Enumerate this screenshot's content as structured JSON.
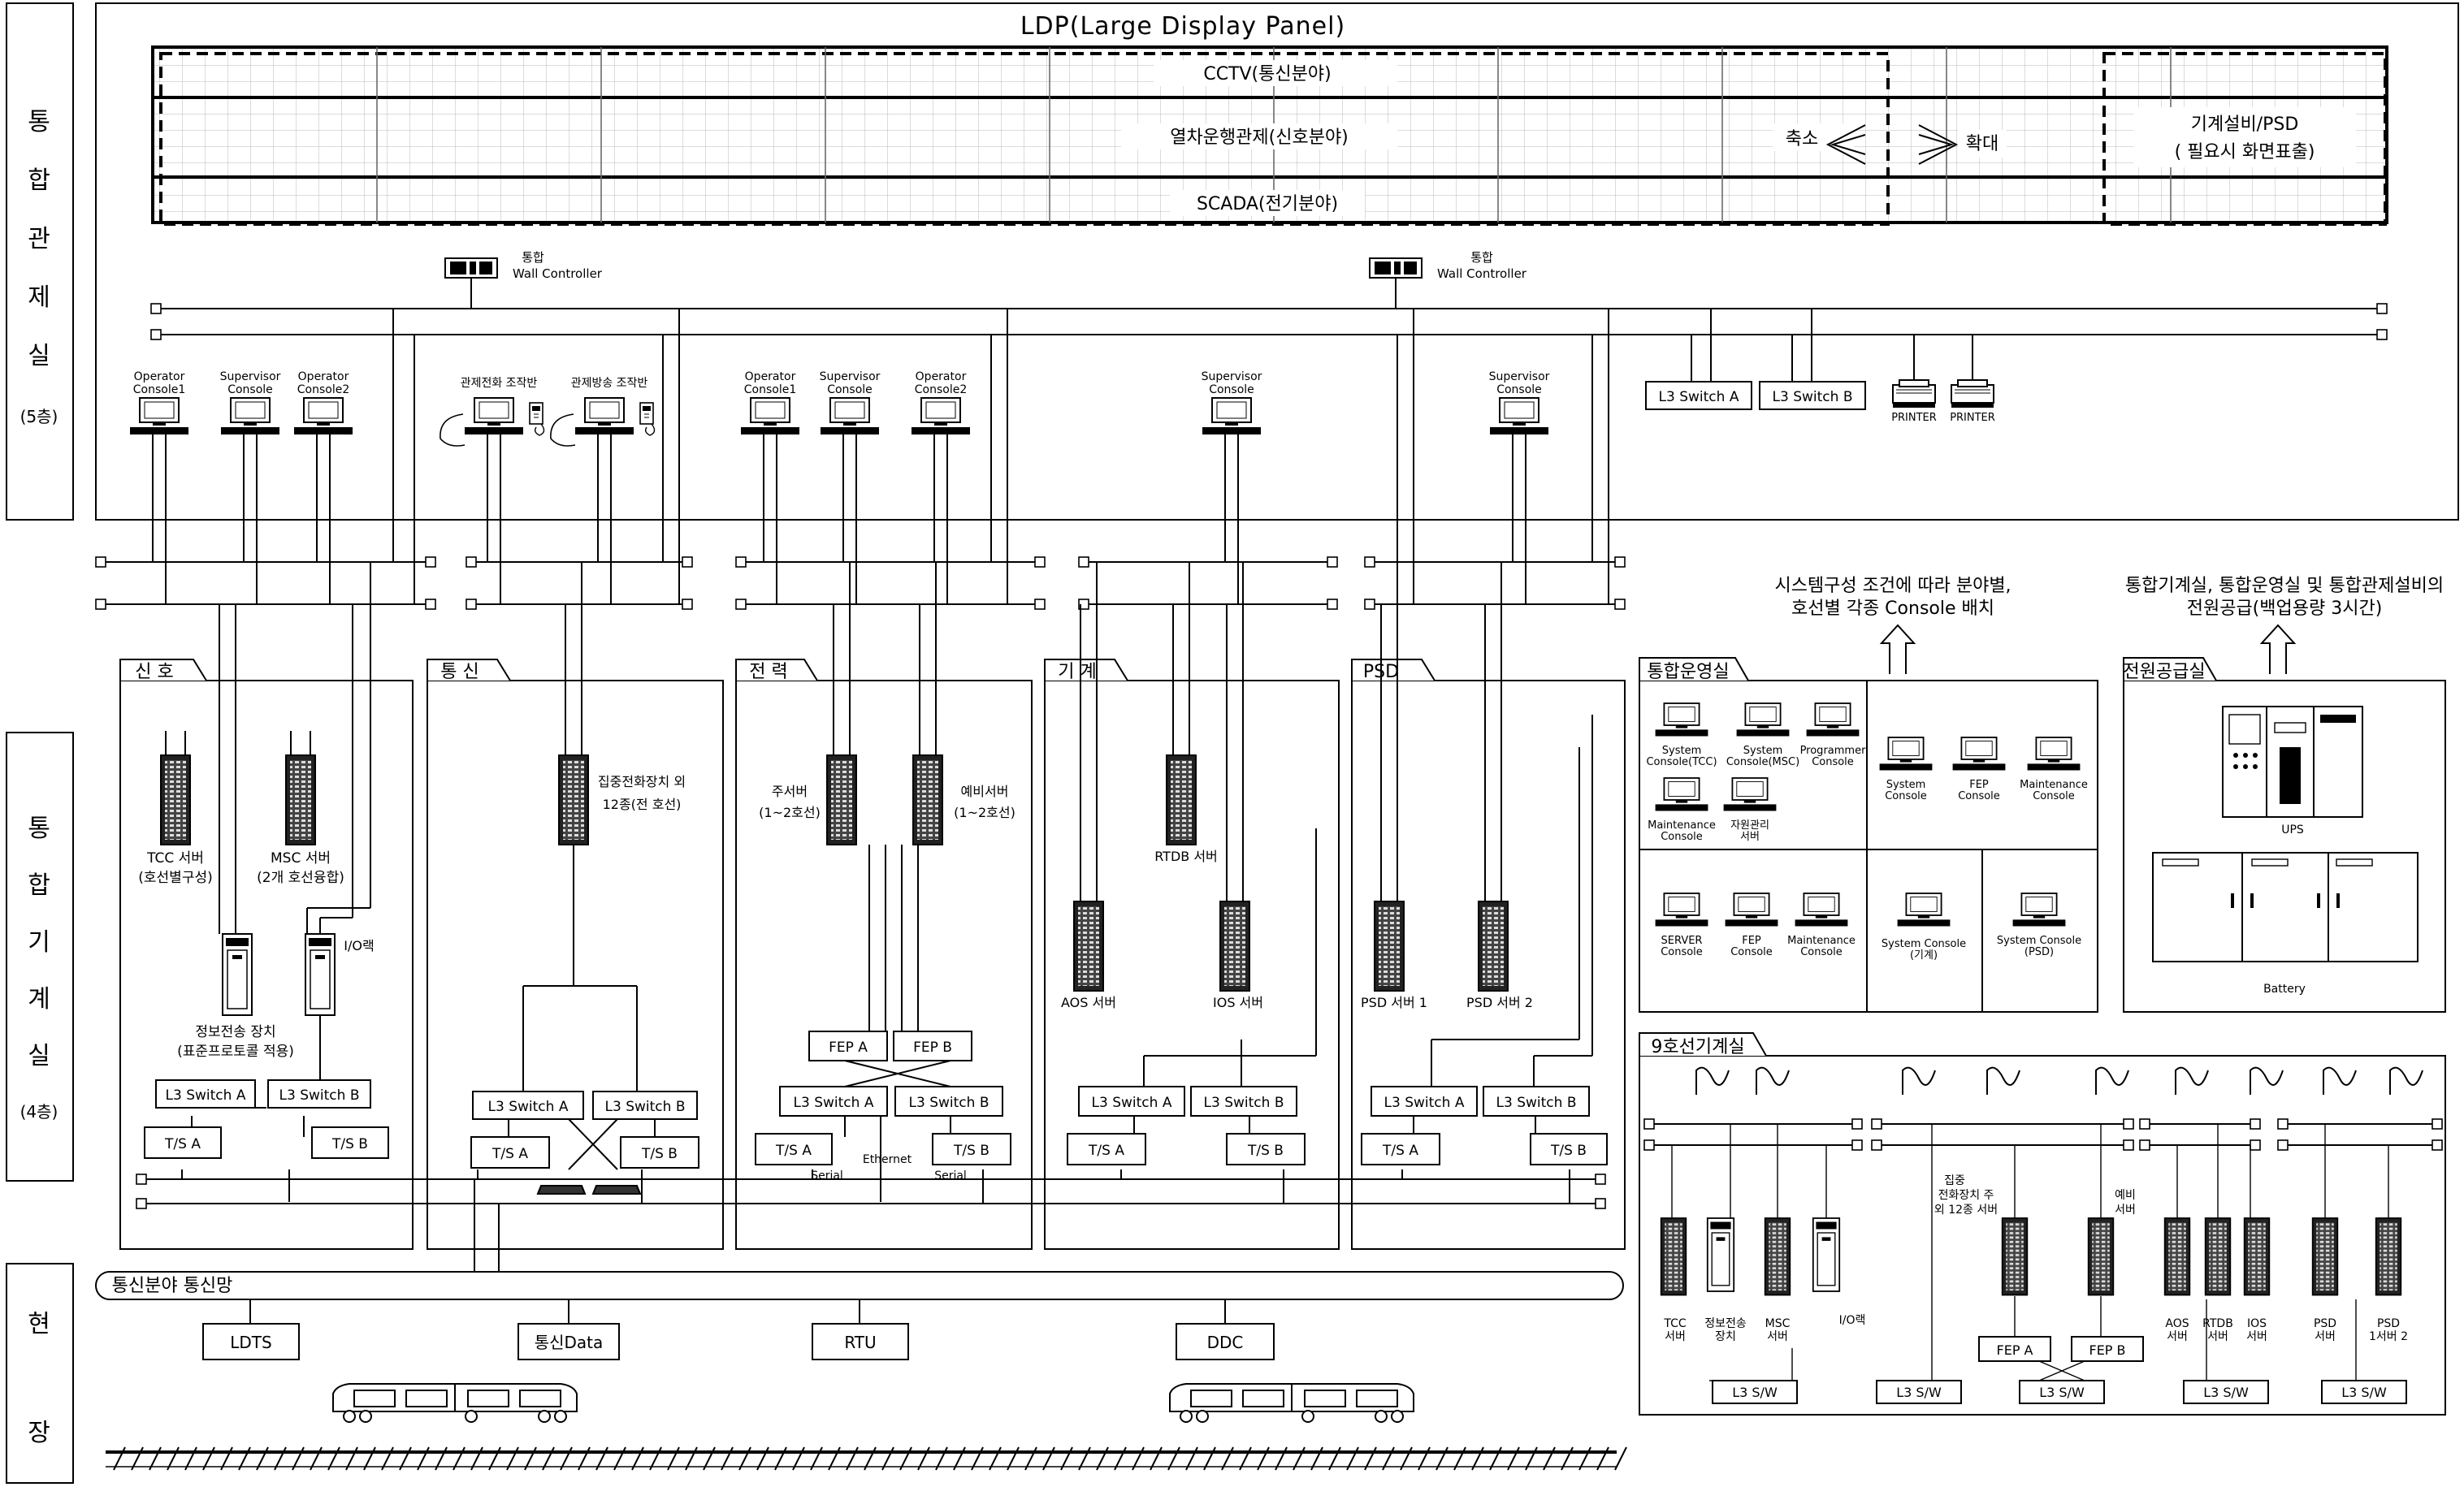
{
  "floors": {
    "top": [
      "통",
      "합",
      "관",
      "제",
      "실",
      "(5층)"
    ],
    "middle": [
      "통",
      "합",
      "기",
      "계",
      "실",
      "(4층)"
    ],
    "bottom": [
      "현",
      "장"
    ]
  },
  "ldp": {
    "title": "LDP(Large Display Panel)",
    "row_cctv": "CCTV(통신분야)",
    "row_train": "열차운행관제(신호분야)",
    "row_scada": "SCADA(전기분야)",
    "zoom_out": "축소",
    "zoom_in": "확대",
    "mech_line1": "기계설비/PSD",
    "mech_line2": "( 필요시 화면표출)"
  },
  "wall_controllers": [
    {
      "line1": "통합",
      "line2": "Wall Controller"
    },
    {
      "line1": "통합",
      "line2": "Wall Controller"
    }
  ],
  "room5": {
    "consoles": [
      {
        "line1": "Operator",
        "line2": "Console1"
      },
      {
        "line1": "Supervisor",
        "line2": "Console"
      },
      {
        "line1": "Operator",
        "line2": "Console2"
      },
      {
        "line1": "관제전화 조작반",
        "line2": ""
      },
      {
        "line1": "관제방송 조작반",
        "line2": ""
      },
      {
        "line1": "Operator",
        "line2": "Console1"
      },
      {
        "line1": "Supervisor",
        "line2": "Console"
      },
      {
        "line1": "Operator",
        "line2": "Console2"
      },
      {
        "line1": "Supervisor",
        "line2": "Console"
      },
      {
        "line1": "Supervisor",
        "line2": "Console"
      }
    ],
    "switches": [
      "L3 Switch A",
      "L3 Switch B"
    ],
    "printers": [
      "PRINTER",
      "PRINTER"
    ]
  },
  "sections": {
    "signal": {
      "tab": "신 호",
      "tcc": [
        "TCC 서버",
        "(호선별구성)"
      ],
      "msc": [
        "MSC 서버",
        "(2개 호선융합)"
      ],
      "io": "I/O랙",
      "info": [
        "정보전송 장치",
        "(표준프로토콜 적용)"
      ],
      "switches": [
        "L3 Switch A",
        "L3 Switch B"
      ],
      "ts": [
        "T/S A",
        "T/S B"
      ]
    },
    "comm": {
      "tab": "통 신",
      "server": [
        "집중전화장치 외",
        "12종(전 호선)"
      ],
      "switches": [
        "L3 Switch A",
        "L3 Switch B"
      ],
      "ts": [
        "T/S A",
        "T/S B"
      ]
    },
    "power": {
      "tab": "전 력",
      "main": [
        "주서버",
        "(1~2호선)"
      ],
      "backup": [
        "예비서버",
        "(1~2호선)"
      ],
      "fep": [
        "FEP A",
        "FEP B"
      ],
      "switches": [
        "L3 Switch A",
        "L3 Switch B"
      ],
      "ts": [
        "T/S A",
        "T/S B"
      ],
      "serial": "Serial",
      "ethernet": "Ethernet"
    },
    "mech": {
      "tab": "기 계",
      "rtdb": "RTDB 서버",
      "aos": "AOS 서버",
      "ios": "IOS 서버",
      "switches": [
        "L3 Switch A",
        "L3 Switch B"
      ],
      "ts": [
        "T/S A",
        "T/S B"
      ]
    },
    "psd": {
      "tab": "PSD",
      "s1": "PSD 서버 1",
      "s2": "PSD 서버 2",
      "switches": [
        "L3 Switch A",
        "L3 Switch B"
      ],
      "ts": [
        "T/S A",
        "T/S B"
      ]
    }
  },
  "field": {
    "network": "통신분야 통신망",
    "nodes": [
      "LDTS",
      "통신Data",
      "RTU",
      "DDC"
    ]
  },
  "notes": {
    "note1": [
      "시스템구성 조건에 따라 분야별,",
      "호선별 각종 Console 배치"
    ],
    "note2": [
      "통합기계실, 통합운영실 및 통합관제설비의",
      "전원공급(백업용량 3시간)"
    ]
  },
  "ops_room": {
    "tab": "통합운영실",
    "row1": [
      [
        "System",
        "Console(TCC)"
      ],
      [
        "System",
        "Console(MSC)"
      ],
      [
        "Programmer",
        "Console"
      ]
    ],
    "row2": [
      [
        "System",
        "Console"
      ],
      [
        "FEP",
        "Console"
      ],
      [
        "Maintenance",
        "Console"
      ]
    ],
    "row3": [
      [
        "Maintenance",
        "Console"
      ],
      [
        "자원관리",
        "서버"
      ]
    ],
    "row4": [
      [
        "SERVER",
        "Console"
      ],
      [
        "FEP",
        "Console"
      ],
      [
        "Maintenance",
        "Console"
      ]
    ],
    "row5": [
      [
        "System Console",
        "(기계)"
      ],
      [
        "System Console",
        "(PSD)"
      ]
    ]
  },
  "power_room": {
    "tab": "전원공급실",
    "ups": "UPS",
    "battery": "Battery"
  },
  "line9": {
    "tab": "9호선기계실",
    "servers": [
      [
        "TCC",
        "서버"
      ],
      [
        "정보전송",
        "장치"
      ],
      [
        "MSC",
        "서버"
      ],
      [
        "I/O랙",
        ""
      ],
      [
        "집중",
        "전화장치 주",
        "외 12종  서버"
      ],
      [
        "예비",
        "서버"
      ],
      [
        "AOS",
        "서버"
      ],
      [
        "RTDB",
        "서버"
      ],
      [
        "IOS",
        "서버"
      ],
      [
        "PSD",
        "서버"
      ],
      [
        "PSD",
        "1서버 2"
      ]
    ],
    "fep": [
      "FEP A",
      "FEP B"
    ],
    "l3sw": [
      "L3 S/W",
      "L3 S/W",
      "L3 S/W",
      "L3 S/W",
      "L3 S/W"
    ]
  }
}
